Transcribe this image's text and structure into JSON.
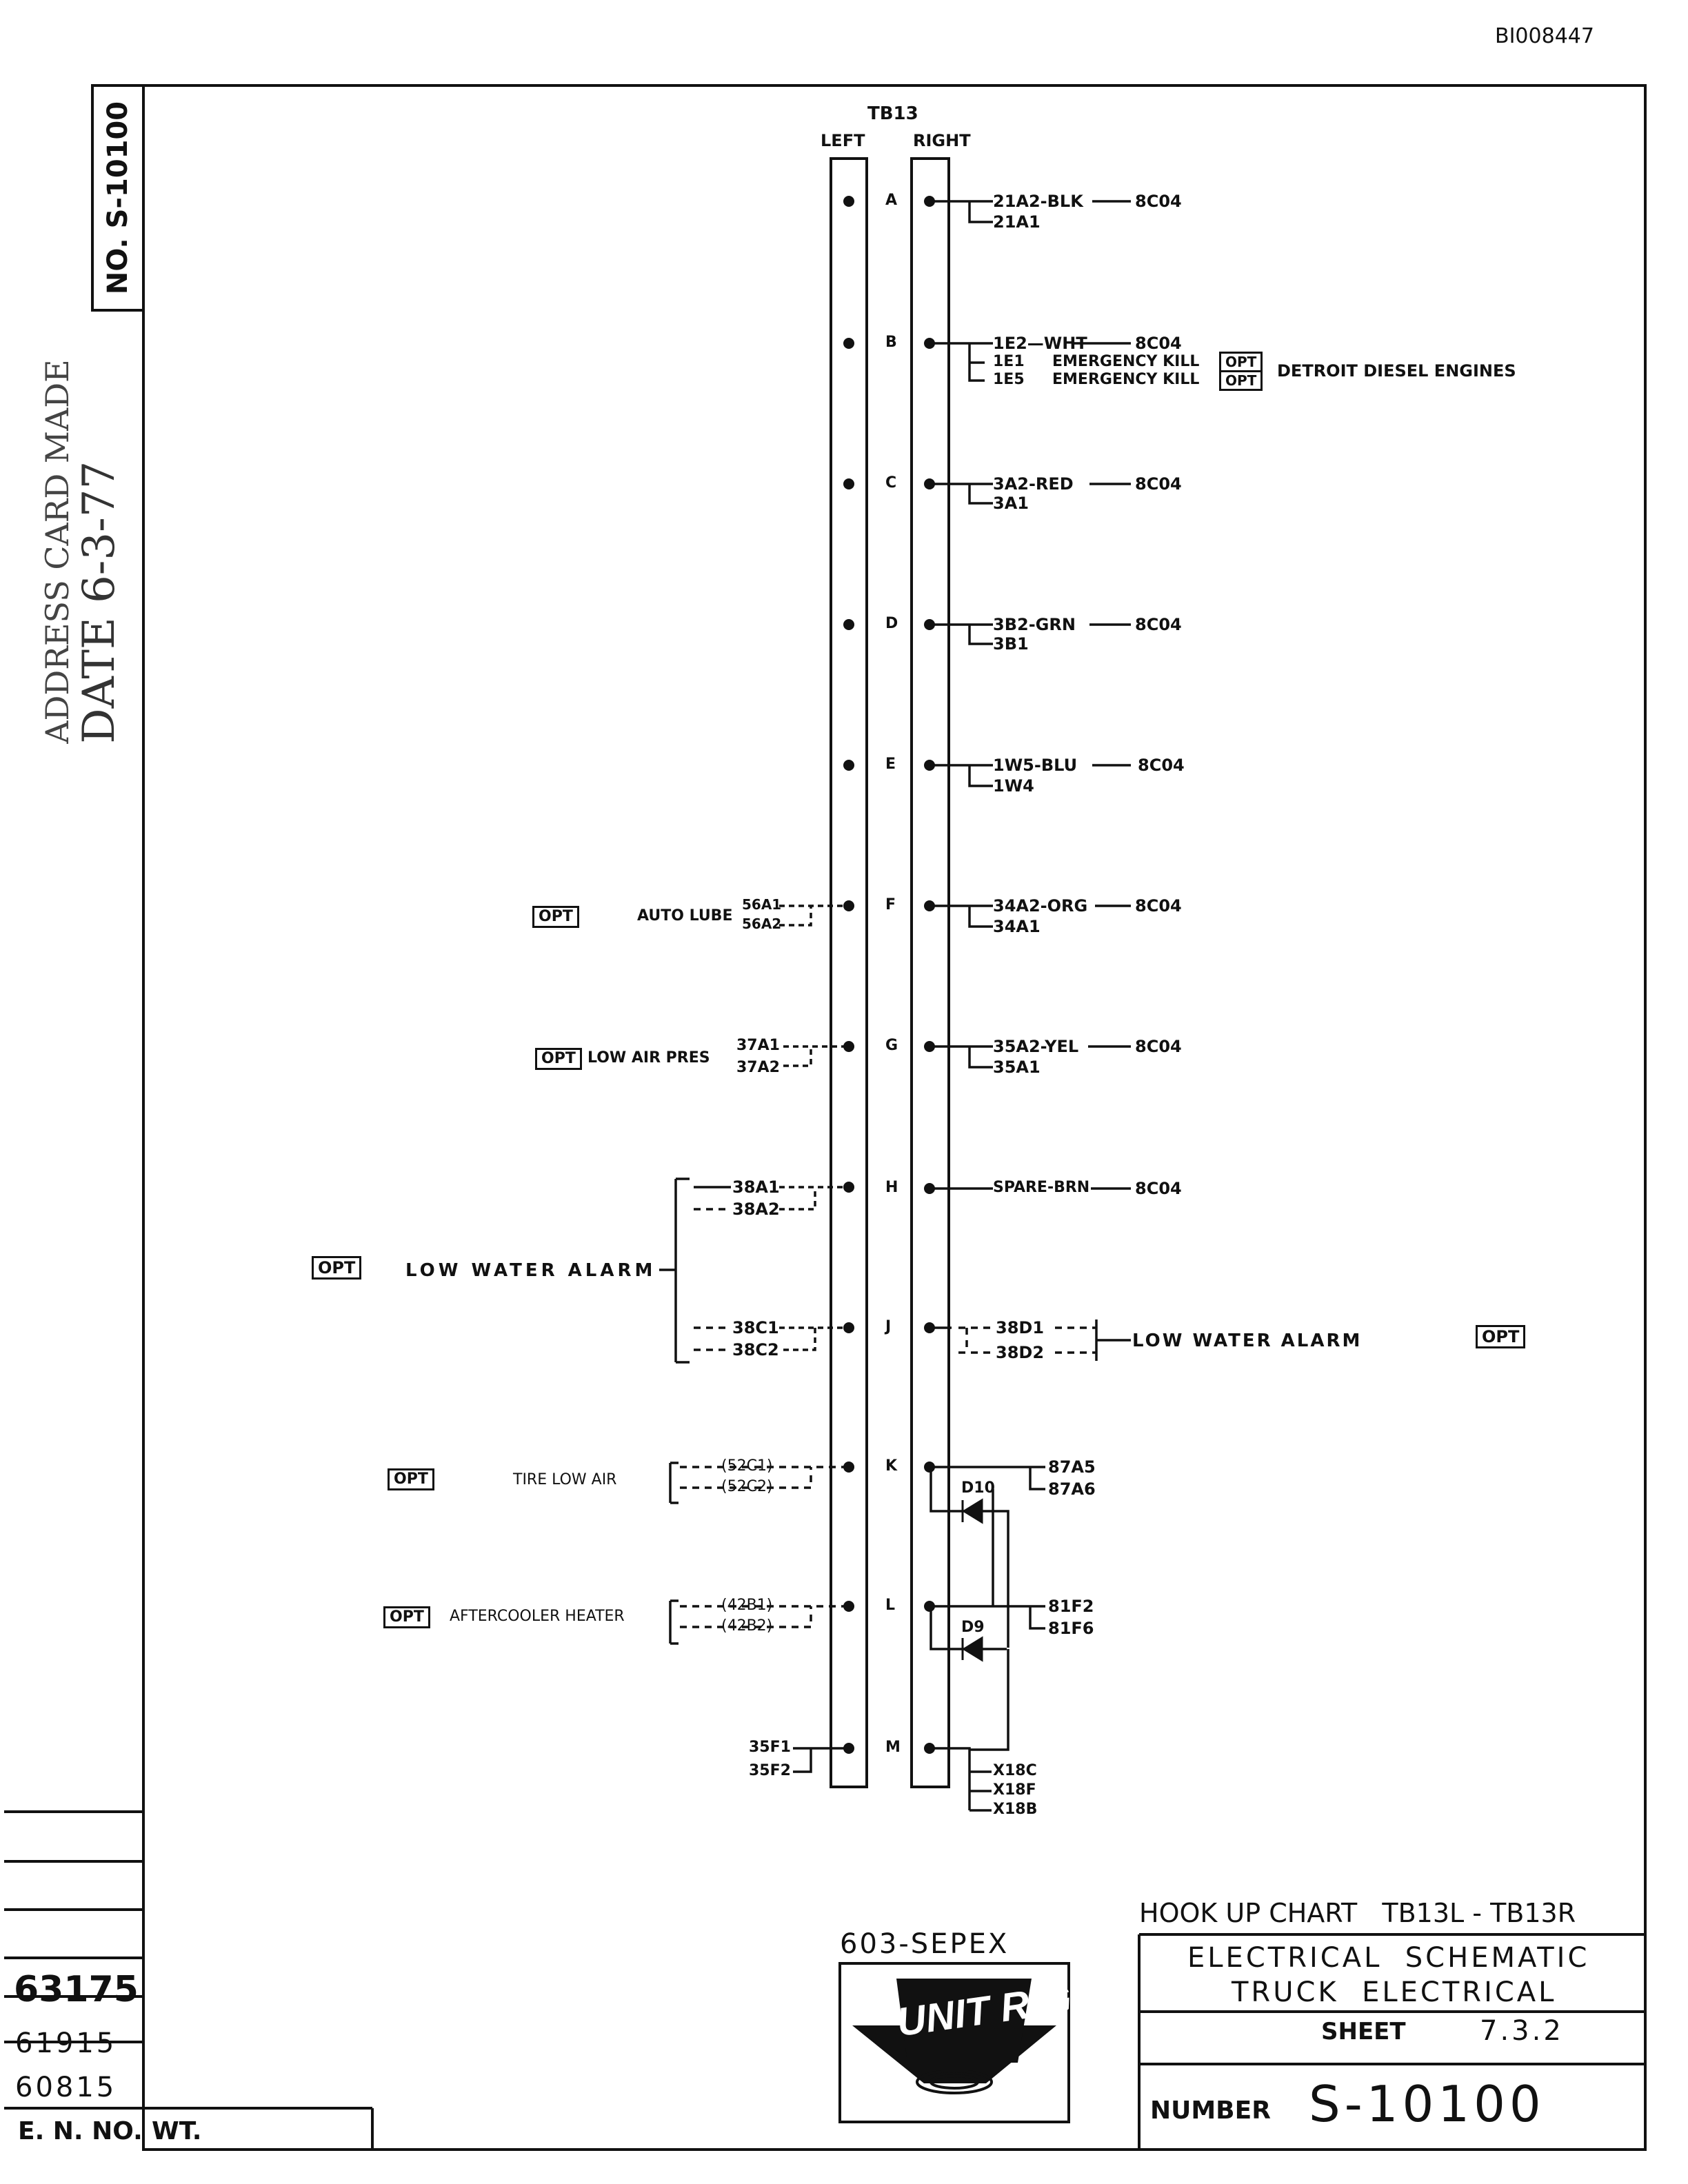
{
  "doc_id": "BI008447",
  "drawing_number_vertical": "NO. S-10100",
  "stamp": {
    "line1": "ADDRESS CARD MADE",
    "line2": "DATE 6-3-77"
  },
  "terminal_block": {
    "name": "TB13",
    "left_label": "LEFT",
    "right_label": "RIGHT",
    "terminals": [
      "A",
      "B",
      "C",
      "D",
      "E",
      "F",
      "G",
      "H",
      "J",
      "K",
      "L",
      "M"
    ]
  },
  "right_wires": {
    "A": {
      "top": "21A2-BLK",
      "bottom": "21A1",
      "to": "8C04"
    },
    "B": {
      "top": "1E2—WHT",
      "mid": "1E1",
      "mid_desc": "EMERGENCY KILL",
      "bottom": "1E5",
      "bottom_desc": "EMERGENCY KILL",
      "to": "8C04",
      "opt1": "OPT",
      "opt2": "OPT",
      "note": "DETROIT DIESEL ENGINES"
    },
    "C": {
      "top": "3A2-RED",
      "bottom": "3A1",
      "to": "8C04"
    },
    "D": {
      "top": "3B2-GRN",
      "bottom": "3B1",
      "to": "8C04"
    },
    "E": {
      "top": "1W5-BLU",
      "bottom": "1W4",
      "to": "8C04"
    },
    "F": {
      "top": "34A2-ORG",
      "bottom": "34A1",
      "to": "8C04"
    },
    "G": {
      "top": "35A2-YEL",
      "bottom": "35A1",
      "to": "8C04"
    },
    "H": {
      "top": "SPARE-BRN",
      "to": "8C04"
    },
    "J": {
      "top": "38D1",
      "bottom": "38D2",
      "desc": "LOW WATER ALARM",
      "opt": "OPT"
    },
    "K": {
      "top": "87A5",
      "bottom": "87A6",
      "diode": "D10"
    },
    "L": {
      "top": "81F2",
      "bottom": "81F6",
      "diode": "D9"
    },
    "M": {
      "w1": "X18C",
      "w2": "X18F",
      "w3": "X18B"
    }
  },
  "left_wires": {
    "F": {
      "opt": "OPT",
      "desc": "AUTO LUBE",
      "top": "56A1",
      "bottom": "56A2"
    },
    "G": {
      "opt": "OPT",
      "desc": "LOW AIR PRES",
      "top": "37A1",
      "bottom": "37A2"
    },
    "H": {
      "top": "38A1",
      "bottom": "38A2"
    },
    "HJ": {
      "opt": "OPT",
      "desc": "LOW WATER ALARM"
    },
    "J": {
      "top": "38C1",
      "bottom": "38C2"
    },
    "K": {
      "opt": "OPT",
      "desc": "TIRE LOW AIR",
      "top": "(52C1)",
      "bottom": "(52C2)"
    },
    "L": {
      "opt": "OPT",
      "desc": "AFTERCOOLER HEATER",
      "top": "(42B1)",
      "bottom": "(42B2)"
    },
    "M": {
      "top": "35F1",
      "bottom": "35F2"
    }
  },
  "title_block": {
    "hookup": "HOOK UP CHART   TB13L - TB13R",
    "title1": "ELECTRICAL  SCHEMATIC",
    "title2": "TRUCK  ELECTRICAL",
    "sheet_label": "SHEET",
    "sheet_value": "7.3.2",
    "number_label": "NUMBER",
    "number_value": "S-10100",
    "model": "603-SEPEX",
    "logo_text": "UNIT RIG"
  },
  "revisions": {
    "rows": [
      "63175",
      "61915",
      "60815"
    ],
    "en_label": "E. N. NO.",
    "wt_label": "WT."
  }
}
